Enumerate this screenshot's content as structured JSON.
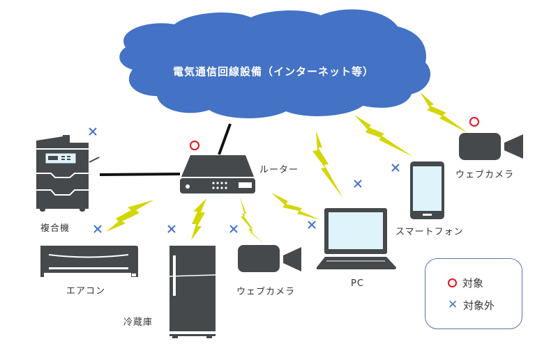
{
  "title": "電気通信回線設備（インターネット等）",
  "devices": {
    "router": "ルーター",
    "mfp": "複合機",
    "aircon": "エアコン",
    "fridge": "冷蔵庫",
    "webcam_bottom": "ウェブカメラ",
    "pc": "PC",
    "smartphone": "スマートフォン",
    "webcam_right": "ウェブカメラ"
  },
  "status": {
    "router": "対象",
    "mfp": "対象外",
    "aircon": "対象外",
    "fridge": "対象外",
    "webcam_bottom": "対象外",
    "pc": "対象外",
    "pc_top": "対象外",
    "smartphone": "対象外",
    "webcam_right": "対象"
  },
  "legend": {
    "target": "対象",
    "non_target": "対象外"
  },
  "colors": {
    "cloud": "#4472c4",
    "device": "#45494c",
    "screen": "#dff3fb",
    "bolt": "#d4d600",
    "target_mark": "#e8131b",
    "non_target_mark": "#4472c4"
  }
}
